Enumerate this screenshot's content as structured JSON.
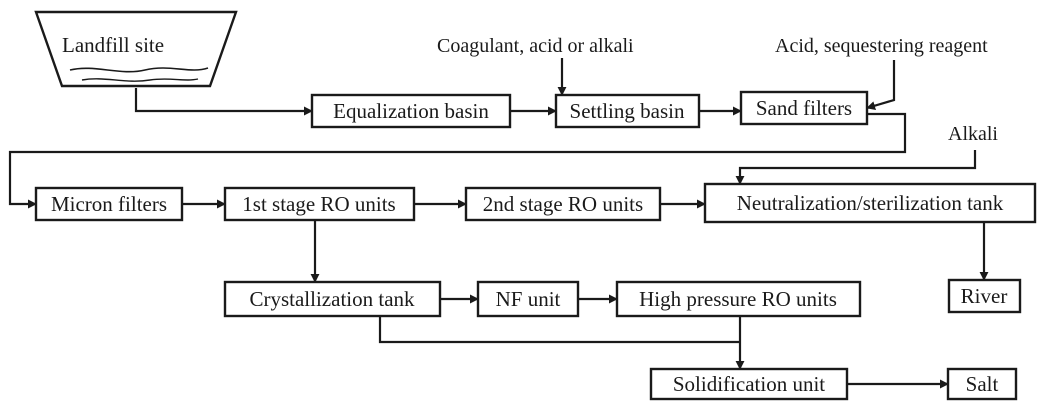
{
  "diagram": {
    "landfill": "Landfill site",
    "inputs": {
      "coagulant": "Coagulant, acid or alkali",
      "acid": "Acid, sequestering reagent",
      "alkali": "Alkali"
    },
    "boxes": {
      "equalization": "Equalization basin",
      "settling": "Settling basin",
      "sand": "Sand filters",
      "micron": "Micron filters",
      "ro1": "1st stage RO units",
      "ro2": "2nd stage RO units",
      "neutral": "Neutralization/sterilization tank",
      "crystal": "Crystallization tank",
      "nf": "NF unit",
      "hpro": "High pressure RO units",
      "river": "River",
      "solid": "Solidification unit",
      "salt": "Salt"
    }
  }
}
